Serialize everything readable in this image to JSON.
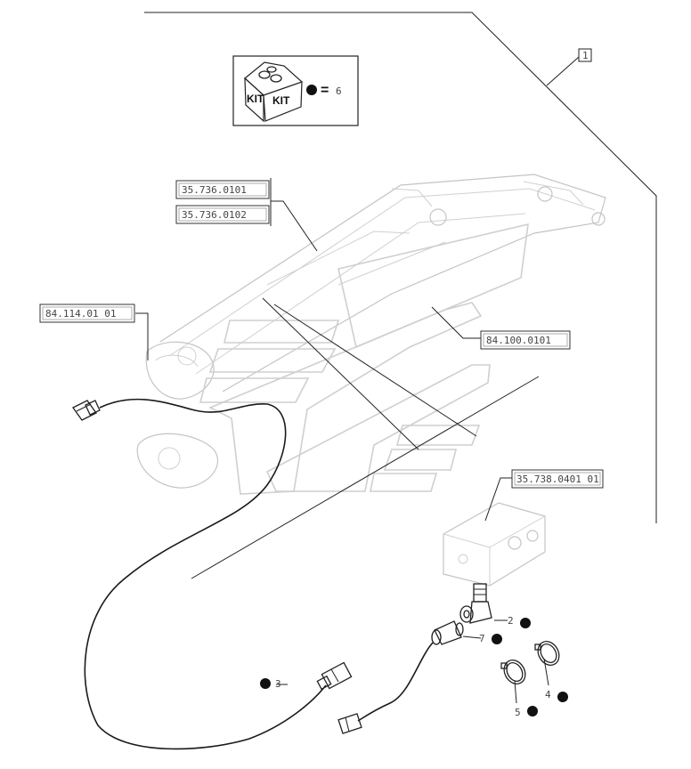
{
  "diagram": {
    "kit_box": {
      "kit_labels": [
        "KIT",
        "KIT"
      ],
      "equals": "=",
      "quantity": "6"
    },
    "frame_callout": "1",
    "references": [
      {
        "id": "ref-35-736-0101",
        "text": "35.736.0101"
      },
      {
        "id": "ref-35-736-0102",
        "text": "35.736.0102"
      },
      {
        "id": "ref-84-114-01-01",
        "text": "84.114.01 01"
      },
      {
        "id": "ref-84-100-0101",
        "text": "84.100.0101"
      },
      {
        "id": "ref-35-738-0401-01",
        "text": "35.738.0401 01"
      }
    ],
    "part_callouts": [
      {
        "id": "2",
        "text": "2"
      },
      {
        "id": "7",
        "text": "7"
      },
      {
        "id": "3",
        "text": "3"
      },
      {
        "id": "4",
        "text": "4"
      },
      {
        "id": "5",
        "text": "5"
      }
    ]
  }
}
